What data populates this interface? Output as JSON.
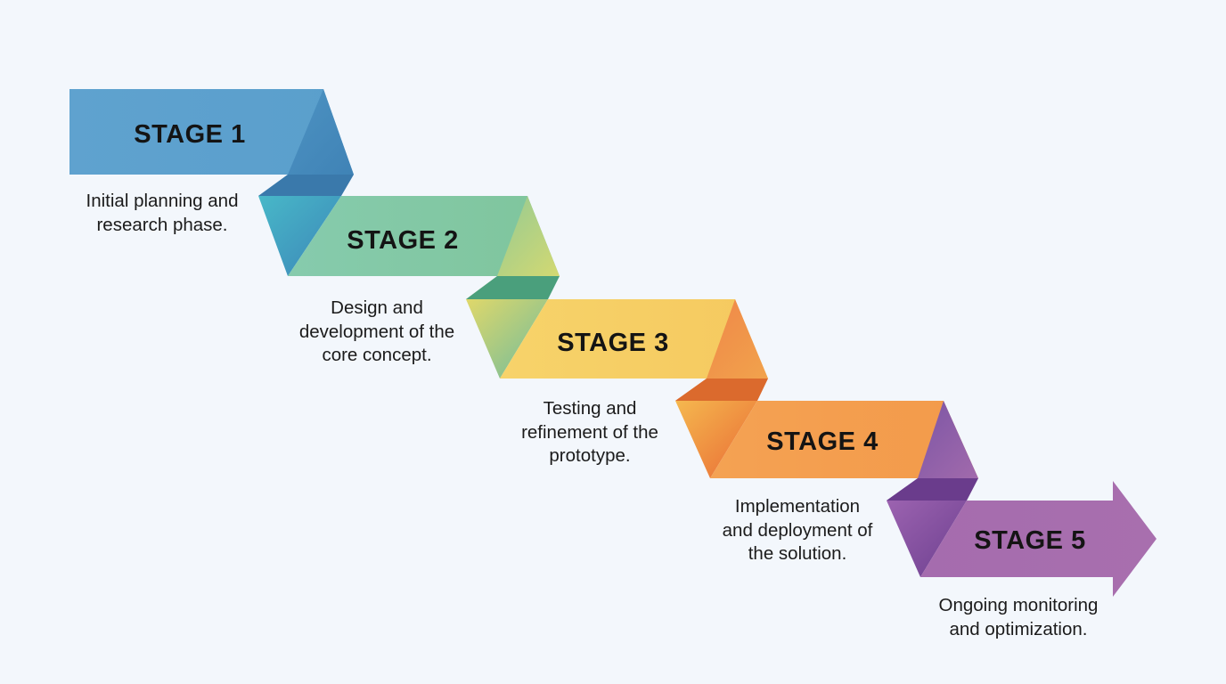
{
  "stages": [
    {
      "title": "STAGE 1",
      "description": [
        "Initial planning and",
        "research phase."
      ],
      "colors": {
        "main": "#5fa1cd",
        "light": "#5aa8d1",
        "fold": "#3a79ab",
        "tail_top": "#4ab8c6",
        "tail_bottom": "#3a84b8"
      }
    },
    {
      "title": "STAGE 2",
      "description": [
        "Design and",
        "development of the",
        "core concept."
      ],
      "colors": {
        "main": "#82c8a2",
        "light": "#d6dd6f",
        "fold": "#4a9f7c",
        "tail_top": "#5fc0ae",
        "tail_bottom": "#7ac59a"
      }
    },
    {
      "title": "STAGE 3",
      "description": [
        "Testing and",
        "refinement of the",
        "prototype."
      ],
      "colors": {
        "main": "#f6cd64",
        "light": "#f29a45",
        "fold": "#db6a2d",
        "tail_top": "#d4d170",
        "tail_bottom": "#7bbf98"
      }
    },
    {
      "title": "STAGE 4",
      "description": [
        "Implementation",
        "and deployment of",
        "the solution."
      ],
      "colors": {
        "main": "#f39c4b",
        "light": "#9b65b4",
        "fold": "#6a3c8c",
        "tail_top": "#f3b04f",
        "tail_bottom": "#e8743a"
      }
    },
    {
      "title": "STAGE 5",
      "description": [
        "Ongoing monitoring",
        "and optimization."
      ],
      "colors": {
        "main": "#a66dae",
        "light": "#a66dae",
        "fold": "#7f4b96",
        "tail_top": "#8a57a8",
        "tail_bottom": "#6a3c8c"
      }
    }
  ]
}
